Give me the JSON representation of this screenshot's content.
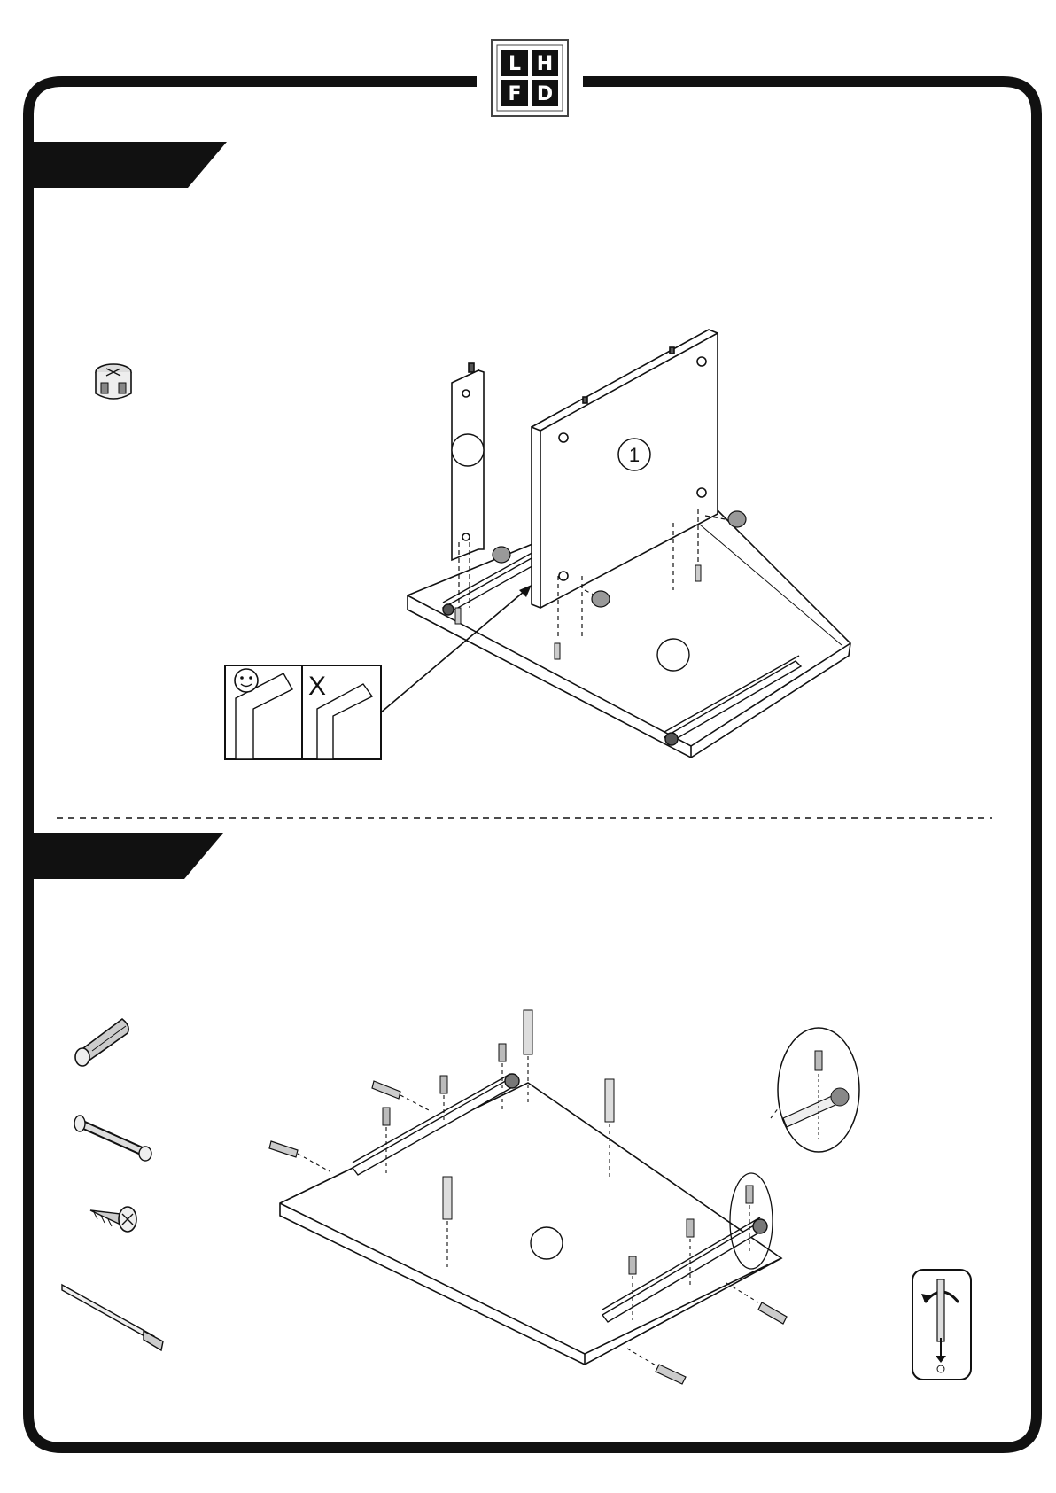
{
  "logo": {
    "letters": [
      "L",
      "H",
      "F",
      "D"
    ]
  },
  "step_one": {
    "part_label": "1",
    "good_icon": "smiley-face-icon",
    "bad_mark": "X"
  },
  "step_two": {
    "rotate_icon": "clockwise-rotation-icon"
  },
  "colors": {
    "ink": "#111111",
    "paper": "#ffffff",
    "grey": "#777777"
  }
}
